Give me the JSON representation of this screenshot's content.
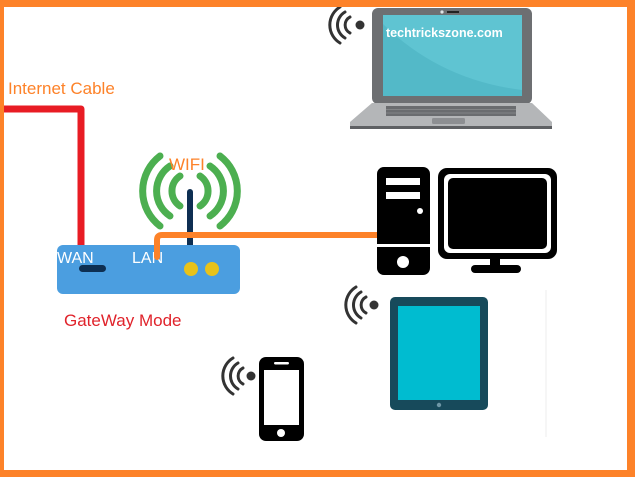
{
  "title": "Router GateWay Mode network diagram",
  "labels": {
    "internet_cable": "Internet Cable",
    "wifi": "WIFI",
    "wan": "WAN",
    "lan": "LAN",
    "mode": "GateWay Mode",
    "watermark": "techtrickszone.com"
  },
  "colors": {
    "frame": "#fd8229",
    "internet_cable": "#e81c24",
    "lan_cable": "#fd8229",
    "router_body": "#4b9ee0",
    "router_led": "#e8c21a",
    "router_port": "#0e2f52",
    "antenna": "#0e2f52",
    "wifi_waves": "#4caf50",
    "wifi_label": "#fd8229",
    "internet_label": "#fd8229",
    "mode_label": "#e0232b",
    "port_label": "#ffffff",
    "laptop_body": "#6d6f72",
    "laptop_screen": "#5fc4d2",
    "laptop_base": "#b4b6b8",
    "desktop": "#000000",
    "tablet_body": "#174a5b",
    "tablet_screen": "#00bcd0",
    "phone": "#000000",
    "signal_icon": "#333333"
  },
  "devices": [
    {
      "name": "laptop",
      "connection": "wifi"
    },
    {
      "name": "desktop",
      "connection": "lan"
    },
    {
      "name": "tablet",
      "connection": "wifi"
    },
    {
      "name": "smartphone",
      "connection": "wifi"
    }
  ]
}
